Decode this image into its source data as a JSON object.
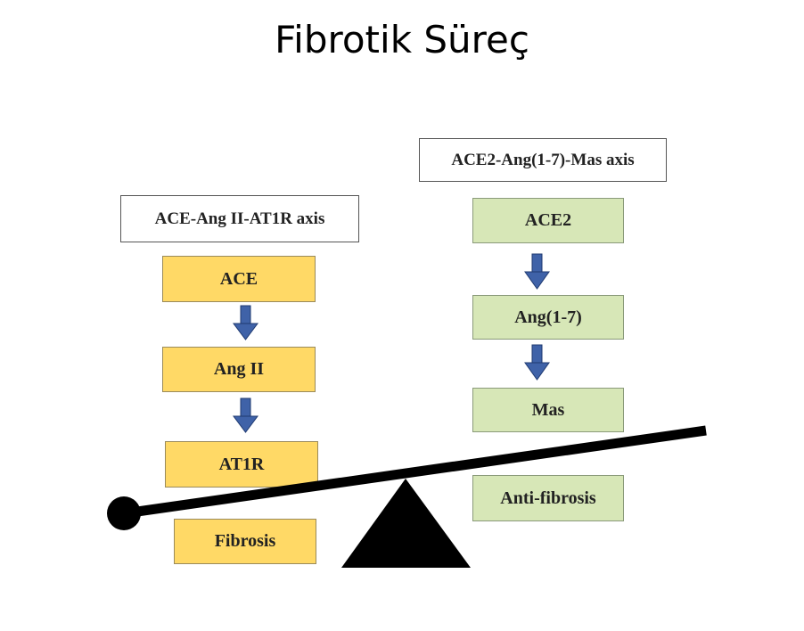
{
  "title": "Fibrotik Süreç",
  "left_axis": {
    "header": "ACE-Ang II-AT1R axis",
    "steps": [
      "ACE",
      "Ang II",
      "AT1R"
    ],
    "outcome": "Fibrosis",
    "color": "#ffd966"
  },
  "right_axis": {
    "header": "ACE2-Ang(1-7)-Mas axis",
    "steps": [
      "ACE2",
      "Ang(1-7)",
      "Mas"
    ],
    "outcome": "Anti-fibrosis",
    "color": "#d7e7b7"
  },
  "arrow_color": "#3f62a8"
}
